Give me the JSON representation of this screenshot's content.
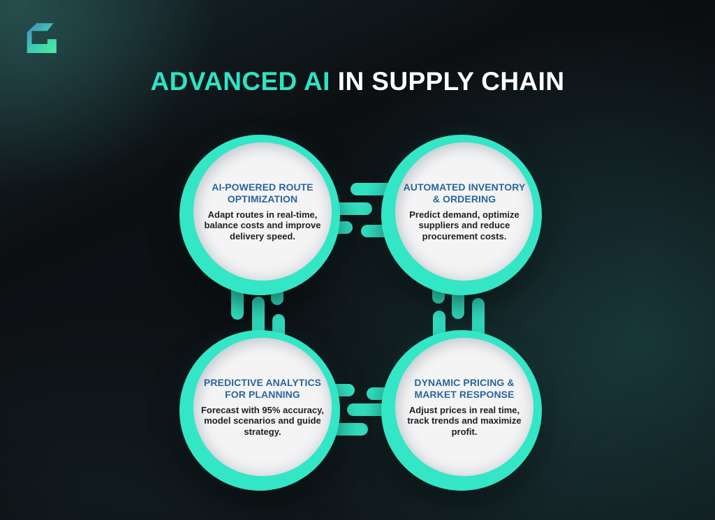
{
  "title": {
    "accent": "ADVANCED AI",
    "rest": "IN SUPPLY CHAIN"
  },
  "brand": {
    "logo": "ls-logo-mark"
  },
  "colors": {
    "teal": "#33E6C6",
    "title_accent": "#2EE3C3",
    "title_rest": "#FFFFFF",
    "heading_blue": "#2A659B",
    "body_text": "#1E1F22",
    "circle_fill": "#F4F4F5",
    "background": "#0E1114",
    "logo_gradient_start": "#4E8CD0",
    "logo_gradient_end": "#49EC9D"
  },
  "nodes": [
    {
      "id": "route-optimization",
      "heading": "AI-POWERED ROUTE OPTIMIZATION",
      "body": "Adapt routes in real-time, balance costs and improve delivery speed."
    },
    {
      "id": "inventory-ordering",
      "heading": "AUTOMATED INVENTORY & ORDERING",
      "body": "Predict demand, optimize suppliers and reduce procurement costs."
    },
    {
      "id": "predictive-analytics",
      "heading": "PREDICTIVE ANALYTICS FOR PLANNING",
      "body": "Forecast with 95% accuracy, model scenarios and guide strategy."
    },
    {
      "id": "dynamic-pricing",
      "heading": "DYNAMIC PRICING & MARKET RESPONSE",
      "body": "Adjust prices in real time, track trends and maximize profit."
    }
  ]
}
